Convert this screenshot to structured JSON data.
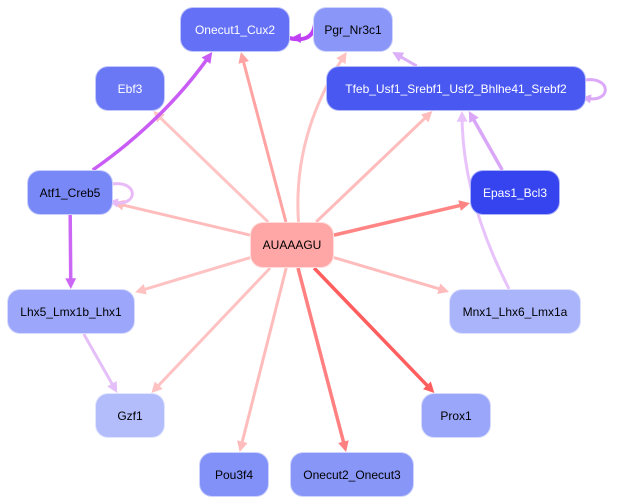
{
  "graph": {
    "type": "regulatory-network",
    "center_node": "AUAAAGU",
    "nodes": [
      {
        "id": "AUAAAGU",
        "label": "AUAAAGU",
        "fill": "#ffa6a6",
        "text_color": "#000000"
      },
      {
        "id": "Onecut1_Cux2",
        "label": "Onecut1_Cux2",
        "fill": "#6470f5",
        "text_color": "#ffffff"
      },
      {
        "id": "Pgr_Nr3c1",
        "label": "Pgr_Nr3c1",
        "fill": "#8a97f8",
        "text_color": "#000000"
      },
      {
        "id": "Ebf3",
        "label": "Ebf3",
        "fill": "#6a78f6",
        "text_color": "#ffffff"
      },
      {
        "id": "Tfeb_Usf1_Srebf1_Usf2_Bhlhe41_Srebf2",
        "label": "Tfeb_Usf1_Srebf1_Usf2_Bhlhe41_Srebf2",
        "fill": "#4a58f2",
        "text_color": "#ffffff"
      },
      {
        "id": "Atf1_Creb5",
        "label": "Atf1_Creb5",
        "fill": "#7888f7",
        "text_color": "#000000"
      },
      {
        "id": "Epas1_Bcl3",
        "label": "Epas1_Bcl3",
        "fill": "#3644f0",
        "text_color": "#ffffff"
      },
      {
        "id": "Lhx5_Lmx1b_Lhx1",
        "label": "Lhx5_Lmx1b_Lhx1",
        "fill": "#9ca6fa",
        "text_color": "#000000"
      },
      {
        "id": "Mnx1_Lhx6_Lmx1a",
        "label": "Mnx1_Lhx6_Lmx1a",
        "fill": "#aab4fb",
        "text_color": "#000000"
      },
      {
        "id": "Gzf1",
        "label": "Gzf1",
        "fill": "#b3bdfc",
        "text_color": "#000000"
      },
      {
        "id": "Prox1",
        "label": "Prox1",
        "fill": "#9aa6fa",
        "text_color": "#000000"
      },
      {
        "id": "Pou3f4",
        "label": "Pou3f4",
        "fill": "#8291f8",
        "text_color": "#000000"
      },
      {
        "id": "Onecut2_Onecut3",
        "label": "Onecut2_Onecut3",
        "fill": "#8896f8",
        "text_color": "#000000"
      }
    ],
    "edges": [
      {
        "from": "AUAAAGU",
        "to": "Onecut1_Cux2",
        "color": "#ffa3a3",
        "weight": 3
      },
      {
        "from": "AUAAAGU",
        "to": "Pgr_Nr3c1",
        "color": "#ffc2c2",
        "weight": 3
      },
      {
        "from": "AUAAAGU",
        "to": "Ebf3",
        "color": "#ffc4c4",
        "weight": 3
      },
      {
        "from": "AUAAAGU",
        "to": "Tfeb_Usf1_Srebf1_Usf2_Bhlhe41_Srebf2",
        "color": "#ffbcbc",
        "weight": 3
      },
      {
        "from": "AUAAAGU",
        "to": "Atf1_Creb5",
        "color": "#ffbcbc",
        "weight": 3
      },
      {
        "from": "AUAAAGU",
        "to": "Epas1_Bcl3",
        "color": "#ff8585",
        "weight": 3.5
      },
      {
        "from": "AUAAAGU",
        "to": "Lhx5_Lmx1b_Lhx1",
        "color": "#ffc2c2",
        "weight": 3
      },
      {
        "from": "AUAAAGU",
        "to": "Mnx1_Lhx6_Lmx1a",
        "color": "#ffbcbc",
        "weight": 3
      },
      {
        "from": "AUAAAGU",
        "to": "Gzf1",
        "color": "#ffc2c2",
        "weight": 3
      },
      {
        "from": "AUAAAGU",
        "to": "Prox1",
        "color": "#ff5e5e",
        "weight": 3.5
      },
      {
        "from": "AUAAAGU",
        "to": "Pou3f4",
        "color": "#ffbcbc",
        "weight": 3
      },
      {
        "from": "AUAAAGU",
        "to": "Onecut2_Onecut3",
        "color": "#ff8080",
        "weight": 3.5
      },
      {
        "from": "Atf1_Creb5",
        "to": "Onecut1_Cux2",
        "color": "#c95cf5",
        "weight": 3.5
      },
      {
        "from": "Atf1_Creb5",
        "to": "Lhx5_Lmx1b_Lhx1",
        "color": "#cc66f5",
        "weight": 3.5
      },
      {
        "from": "Atf1_Creb5",
        "to": "Atf1_Creb5",
        "color": "#e8baf8",
        "weight": 3
      },
      {
        "from": "Pgr_Nr3c1",
        "to": "Onecut1_Cux2",
        "color": "#c040f5",
        "weight": 4
      },
      {
        "from": "Lhx5_Lmx1b_Lhx1",
        "to": "Gzf1",
        "color": "#e5bff8",
        "weight": 3
      },
      {
        "from": "Tfeb_Usf1_Srebf1_Usf2_Bhlhe41_Srebf2",
        "to": "Pgr_Nr3c1",
        "color": "#dcb0f8",
        "weight": 3
      },
      {
        "from": "Tfeb_Usf1_Srebf1_Usf2_Bhlhe41_Srebf2",
        "to": "Tfeb_Usf1_Srebf1_Usf2_Bhlhe41_Srebf2",
        "color": "#dca8f8",
        "weight": 3
      },
      {
        "from": "Epas1_Bcl3",
        "to": "Tfeb_Usf1_Srebf1_Usf2_Bhlhe41_Srebf2",
        "color": "#d9a6f8",
        "weight": 3.5
      },
      {
        "from": "Mnx1_Lhx6_Lmx1a",
        "to": "Tfeb_Usf1_Srebf1_Usf2_Bhlhe41_Srebf2",
        "color": "#e8c2fa",
        "weight": 3
      }
    ]
  }
}
